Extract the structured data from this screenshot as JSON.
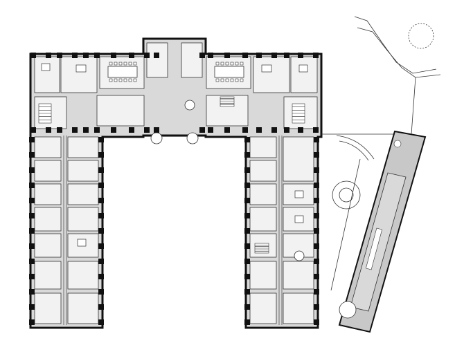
{
  "diagram": {
    "kind": "architectural-floor-plan",
    "colors": {
      "paper": "#ffffff",
      "wall": "#111111",
      "floor": "#d9d9d9",
      "room": "#f2f2f2",
      "line": "#333333",
      "annex_fill": "#c8c8c8"
    },
    "parts": [
      {
        "name": "north-wing"
      },
      {
        "name": "west-wing"
      },
      {
        "name": "east-wing"
      },
      {
        "name": "central-entrance"
      },
      {
        "name": "annex-building"
      },
      {
        "name": "outdoor-plaza"
      }
    ],
    "symbols": [
      "conference-table",
      "desk-cluster",
      "staircase",
      "spiral-stair",
      "circular-fountain",
      "tree"
    ]
  }
}
